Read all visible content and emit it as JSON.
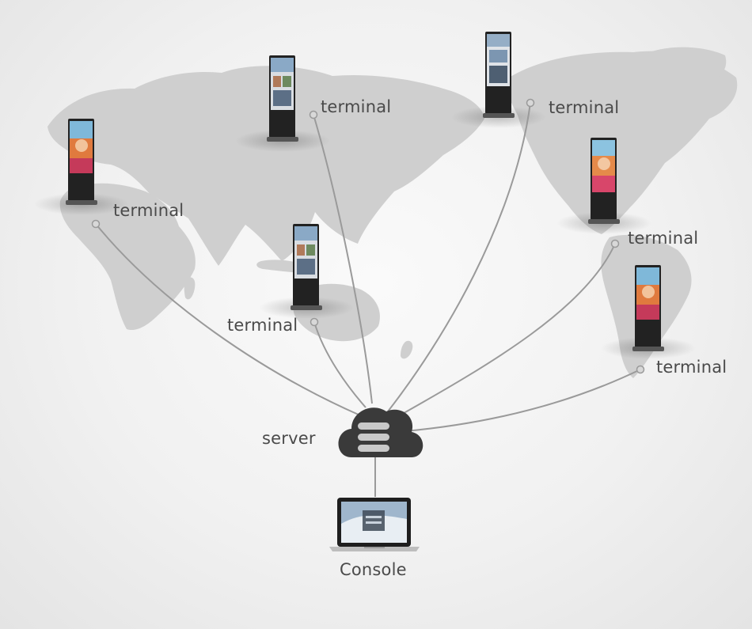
{
  "diagram": {
    "terminal_label": "terminal",
    "server_label": "server",
    "console_label": "Console"
  },
  "colors": {
    "continent": "#cfcfcf",
    "link": "#9a9a9a",
    "cloud": "#3a3a3a",
    "server_stack": "#c9c9c9",
    "kiosk_body": "#222222"
  },
  "icons": {
    "server": "cloud-server-icon",
    "console": "laptop-icon",
    "terminal": "kiosk-display-icon"
  }
}
